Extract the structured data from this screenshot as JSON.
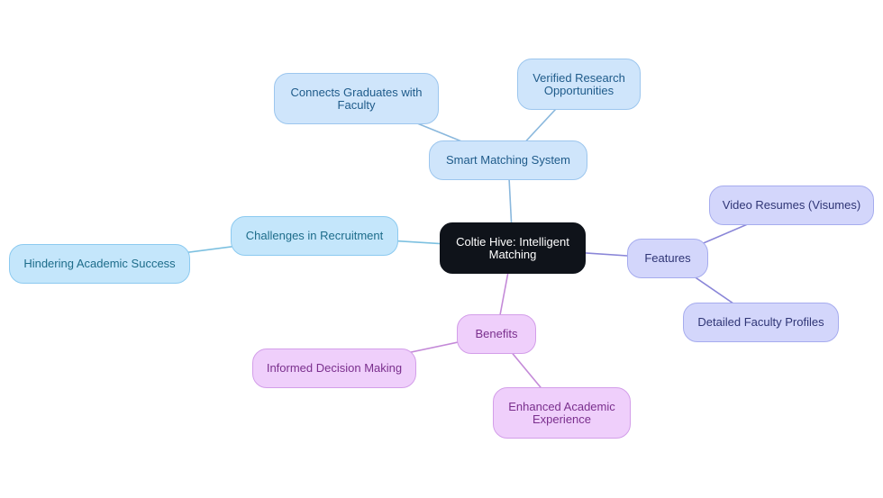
{
  "diagram": {
    "type": "mindmap",
    "root": {
      "id": "root",
      "label": "Coltie Hive: Intelligent Matching"
    },
    "nodes": [
      {
        "id": "smart",
        "label": "Smart Matching System",
        "parent": "root",
        "theme": "blue-light"
      },
      {
        "id": "connects",
        "label": "Connects Graduates with Faculty",
        "parent": "smart",
        "theme": "blue-light"
      },
      {
        "id": "verified",
        "label": "Verified Research Opportunities",
        "parent": "smart",
        "theme": "blue-light"
      },
      {
        "id": "challenges",
        "label": "Challenges in Recruitment",
        "parent": "root",
        "theme": "blue-sky"
      },
      {
        "id": "hindering",
        "label": "Hindering Academic Success",
        "parent": "challenges",
        "theme": "blue-sky"
      },
      {
        "id": "features",
        "label": "Features",
        "parent": "root",
        "theme": "periwinkle"
      },
      {
        "id": "video",
        "label": "Video Resumes (Visumes)",
        "parent": "features",
        "theme": "periwinkle"
      },
      {
        "id": "faculty",
        "label": "Detailed Faculty Profiles",
        "parent": "features",
        "theme": "periwinkle"
      },
      {
        "id": "benefits",
        "label": "Benefits",
        "parent": "root",
        "theme": "lilac"
      },
      {
        "id": "informed",
        "label": "Informed Decision Making",
        "parent": "benefits",
        "theme": "lilac"
      },
      {
        "id": "enhanced",
        "label": "Enhanced Academic Experience",
        "parent": "benefits",
        "theme": "lilac"
      }
    ],
    "colors": {
      "root_fill": "#0f131a",
      "blue_edge": "#8ab8dd",
      "sky_edge": "#7cc0e0",
      "periwinkle_edge": "#8a86d8",
      "lilac_edge": "#c48ad8"
    }
  }
}
